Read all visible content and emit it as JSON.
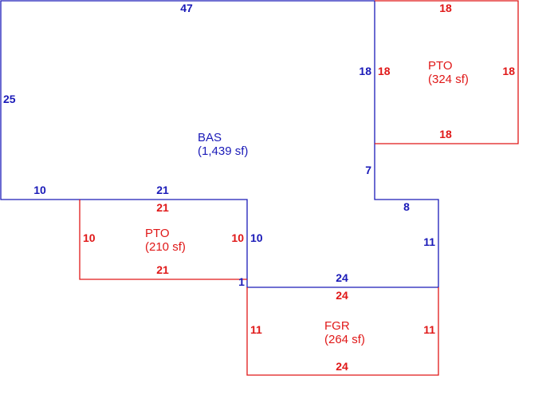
{
  "colors": {
    "main_building": "#1a1ab8",
    "additions": "#e01818",
    "background": "#ffffff"
  },
  "areas": {
    "bas": {
      "code": "BAS",
      "area": "(1,439 sf)"
    },
    "pto_top": {
      "code": "PTO",
      "area": "(324 sf)"
    },
    "pto_left": {
      "code": "PTO",
      "area": "(210 sf)"
    },
    "fgr": {
      "code": "FGR",
      "area": "(264 sf)"
    }
  },
  "dimensions": {
    "bas_top": "47",
    "bas_left": "25",
    "bas_bottom_left": "10",
    "bas_notch_top": "21",
    "bas_right_upper": "18",
    "bas_right_mid": "7",
    "bas_step": "8",
    "bas_right_lower": "11",
    "bas_bottom": "24",
    "bas_notch_right": "10",
    "bas_jog": "1",
    "pto_top_top": "18",
    "pto_top_left": "18",
    "pto_top_right": "18",
    "pto_top_bottom": "18",
    "pto_left_top": "21",
    "pto_left_left": "10",
    "pto_left_right": "10",
    "pto_left_bottom": "21",
    "fgr_top": "24",
    "fgr_left": "11",
    "fgr_right": "11",
    "fgr_bottom": "24"
  }
}
